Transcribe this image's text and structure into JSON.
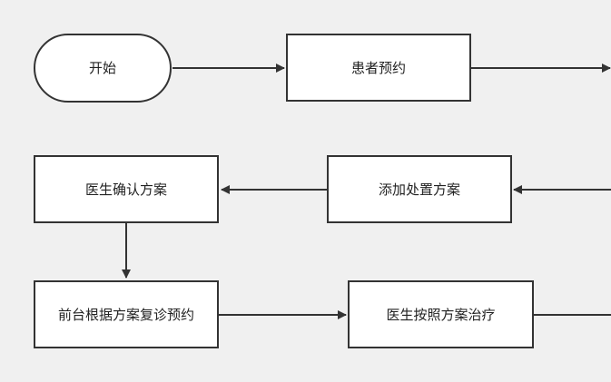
{
  "nodes": {
    "start": "开始",
    "patient_appointment": "患者预约",
    "doctor_confirm_plan": "医生确认方案",
    "add_treatment_plan": "添加处置方案",
    "frontdesk_followup": "前台根据方案复诊预约",
    "doctor_treat": "医生按照方案治疗"
  },
  "colors": {
    "background": "#f0f0f0",
    "node_fill": "#ffffff",
    "stroke": "#333333",
    "text": "#222222"
  }
}
